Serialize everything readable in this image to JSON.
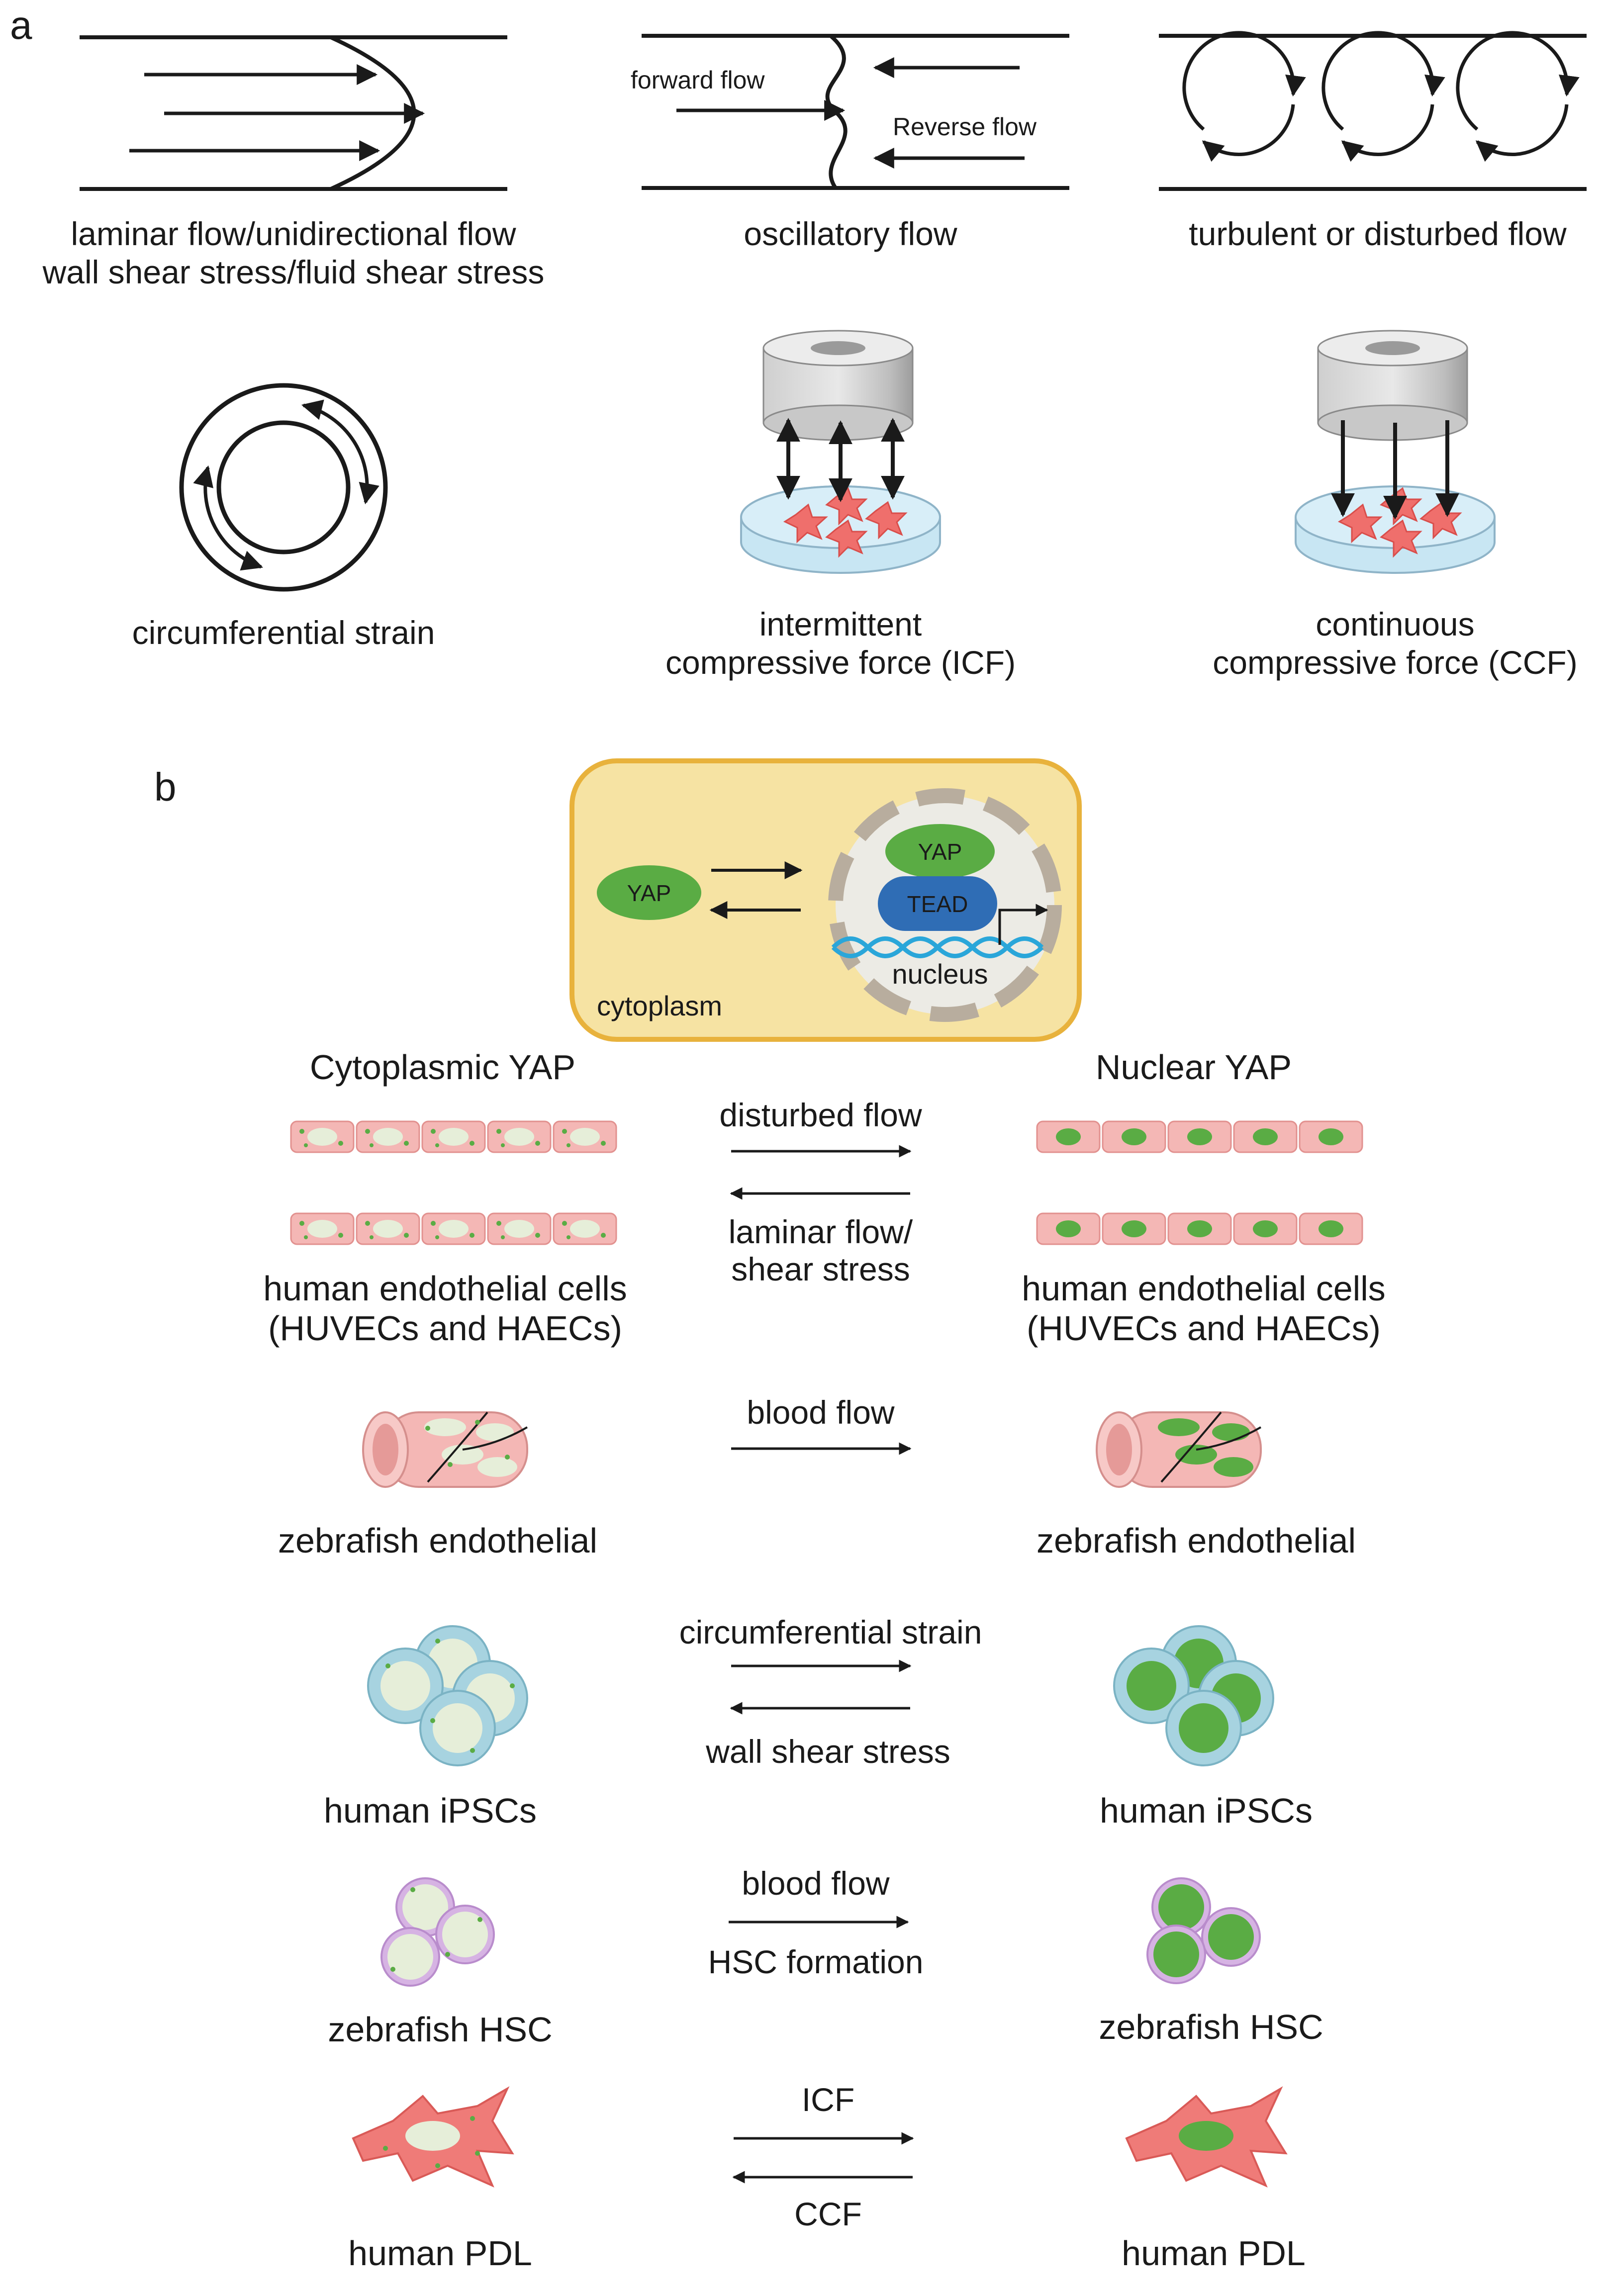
{
  "panel_a": {
    "letter": "a",
    "laminar": {
      "line1": "laminar flow/unidirectional flow",
      "line2": "wall shear stress/fluid shear stress"
    },
    "oscillatory": {
      "label": "oscillatory flow",
      "forward": "forward flow",
      "reverse": "Reverse flow"
    },
    "turbulent": {
      "label": "turbulent or disturbed flow"
    },
    "circumferential": {
      "label": "circumferential strain"
    },
    "icf": {
      "line1": "intermittent",
      "line2": "compressive force (ICF)"
    },
    "ccf": {
      "line1": "continuous",
      "line2": "compressive force (CCF)"
    }
  },
  "panel_b": {
    "letter": "b",
    "cell_diagram": {
      "yap_cyto": "YAP",
      "yap_nuc": "YAP",
      "tead": "TEAD",
      "nucleus": "nucleus",
      "cytoplasm": "cytoplasm"
    },
    "left_header": "Cytoplasmic YAP",
    "right_header": "Nuclear YAP",
    "rows": [
      {
        "left": [
          "human endothelial cells",
          "(HUVECs and HAECs)"
        ],
        "right": [
          "human endothelial cells",
          "(HUVECs and HAECs)"
        ],
        "top": "disturbed flow",
        "bottom": [
          "laminar flow/",
          "shear stress"
        ]
      },
      {
        "left": [
          "zebrafish endothelial"
        ],
        "right": [
          "zebrafish endothelial"
        ],
        "top": "blood flow",
        "bottom": []
      },
      {
        "left": [
          "human iPSCs"
        ],
        "right": [
          "human iPSCs"
        ],
        "top": "circumferential strain",
        "bottom": [
          "wall shear stress"
        ]
      },
      {
        "left": [
          "zebrafish HSC"
        ],
        "right": [
          "zebrafish HSC"
        ],
        "top": "blood flow",
        "bottom": [
          "HSC formation"
        ]
      },
      {
        "left": [
          "human PDL"
        ],
        "right": [
          "human PDL"
        ],
        "top": "ICF",
        "bottom": [
          "CCF"
        ]
      }
    ]
  },
  "colors": {
    "yap": "#5aac44",
    "tead": "#2f6db5",
    "cytoplasm": "#f6e3a3",
    "cytoplasm_border": "#e8b23c",
    "endothelial": "#f4b7b5",
    "ipsc": "#a7d3e0",
    "hsc": "#d6b3e3",
    "pdl": "#ef7b78",
    "nucleus_empty": "#e6eed9"
  }
}
